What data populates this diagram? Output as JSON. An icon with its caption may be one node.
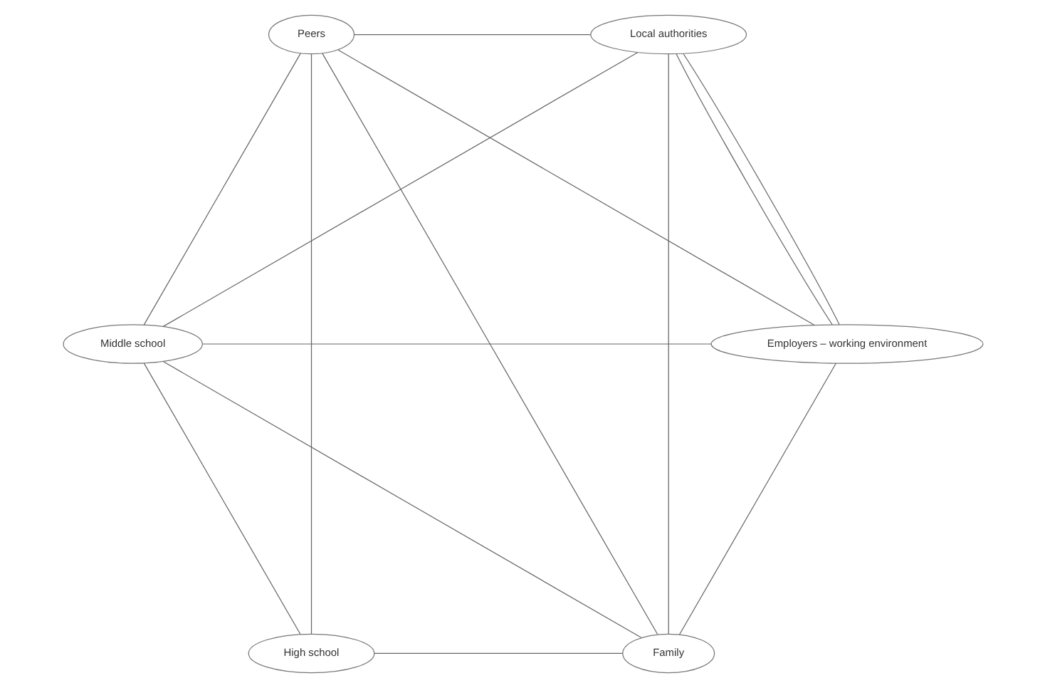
{
  "diagram": {
    "nodes": [
      {
        "text": [
          "Family"
        ]
      },
      {
        "text": [
          "Peers"
        ]
      },
      {
        "text": [
          "Middle school"
        ]
      },
      {
        "text": [
          "High school"
        ]
      },
      {
        "text": [
          "Employers – working environment"
        ]
      },
      {
        "text": [
          "Local authorities"
        ]
      }
    ],
    "edges": [
      {
        "from": 0,
        "to": 2,
        "arrow": "none"
      },
      {
        "from": 0,
        "to": 1,
        "arrow": "none"
      },
      {
        "from": 0,
        "to": 3,
        "arrow": "none"
      },
      {
        "from": 0,
        "to": 4,
        "arrow": "none"
      },
      {
        "from": 0,
        "to": 5,
        "arrow": "none"
      },
      {
        "from": 2,
        "to": 1,
        "arrow": "none"
      },
      {
        "from": 2,
        "to": 3,
        "arrow": "none"
      },
      {
        "from": 2,
        "to": 5,
        "arrow": "none"
      },
      {
        "from": 2,
        "to": 4,
        "arrow": "none"
      },
      {
        "from": 1,
        "to": 4,
        "arrow": "none"
      },
      {
        "from": 1,
        "to": 5,
        "arrow": "none"
      },
      {
        "from": 1,
        "to": 3,
        "arrow": "none"
      },
      {
        "from": 4,
        "to": 5,
        "arrow": "none"
      },
      {
        "from": 4,
        "to": 5,
        "arrow": "none"
      }
    ]
  }
}
